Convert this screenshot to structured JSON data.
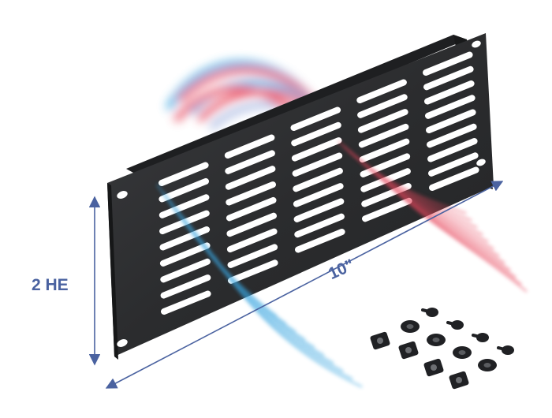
{
  "image": {
    "subject": "ventilated-rack-blanking-panel",
    "colors": {
      "panel": "#2b2c2e",
      "panel_edge": "#1a1b1c",
      "dimension": "#4a62a0",
      "warm_air": "#e8475c",
      "cool_air": "#3aa6e0",
      "hardware": "#202124"
    }
  },
  "dimensions": {
    "height_label": "2 HE",
    "width_label": "10\""
  },
  "panel": {
    "slot_columns": 5,
    "slots_per_column": 9
  },
  "hardware": {
    "cage_nuts": 4,
    "screws": 4,
    "washers": 4
  }
}
